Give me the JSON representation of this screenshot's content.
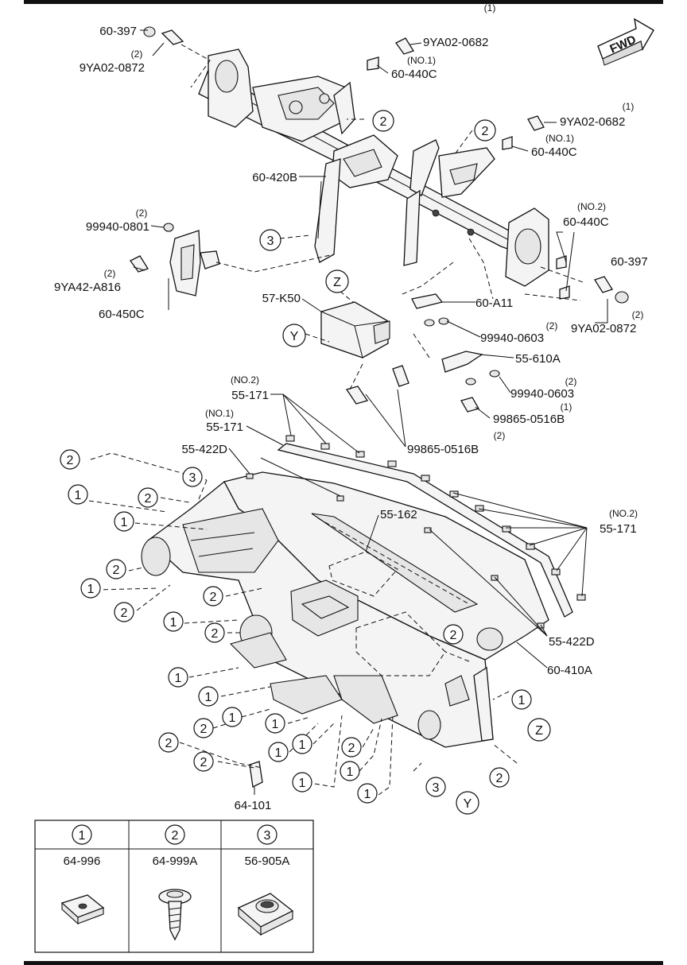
{
  "fwd_label": "FWD",
  "callouts": {
    "p60_397_a": "60-397",
    "q_9YA02_0872_a": "(2)",
    "p9YA02_0872_a": "9YA02-0872",
    "q_9YA02_0682_a": "(1)",
    "p9YA02_0682_a": "9YA02-0682",
    "q_60_440C_a": "(NO.1)",
    "p60_440C_a": "60-440C",
    "q_9YA02_0682_b": "(1)",
    "p9YA02_0682_b": "9YA02-0682",
    "q_60_440C_b": "(NO.1)",
    "p60_440C_b": "60-440C",
    "p60_420B": "60-420B",
    "q_99940_0801": "(2)",
    "p99940_0801": "99940-0801",
    "q_60_440C_c": "(NO.2)",
    "p60_440C_c": "60-440C",
    "p60_397_b": "60-397",
    "q_9YA42_A816": "(2)",
    "p9YA42_A816": "9YA42-A816",
    "p60_450C": "60-450C",
    "p57_K50": "57-K50",
    "p60_A11": "60-A11",
    "q_9YA02_0872_b": "(2)",
    "p9YA02_0872_b": "9YA02-0872",
    "q_99940_0603_a": "(2)",
    "p99940_0603_a": "99940-0603",
    "p55_610A": "55-610A",
    "q_99940_0603_b": "(2)",
    "p99940_0603_b": "99940-0603",
    "q_99865_0516B_a": "(1)",
    "p99865_0516B_a": "99865-0516B",
    "q_55_171_a": "(NO.2)",
    "p55_171_a": "55-171",
    "q_55_171_b": "(NO.1)",
    "p55_171_b": "55-171",
    "q_99865_0516B_b": "(2)",
    "p99865_0516B_b": "99865-0516B",
    "p55_422D_a": "55-422D",
    "p55_162": "55-162",
    "q_55_171_c": "(NO.2)",
    "p55_171_c": "55-171",
    "p55_422D_b": "55-422D",
    "p60_410A": "60-410A",
    "p64_101": "64-101"
  },
  "ref_circles": [
    {
      "text": "2"
    },
    {
      "text": "2"
    },
    {
      "text": "3"
    },
    {
      "text": "Z"
    },
    {
      "text": "Y"
    },
    {
      "text": "2"
    },
    {
      "text": "1"
    },
    {
      "text": "3"
    },
    {
      "text": "2"
    },
    {
      "text": "1"
    },
    {
      "text": "2"
    },
    {
      "text": "1"
    },
    {
      "text": "2"
    },
    {
      "text": "1"
    },
    {
      "text": "2"
    },
    {
      "text": "1"
    },
    {
      "text": "1"
    },
    {
      "text": "2"
    },
    {
      "text": "1"
    },
    {
      "text": "1"
    },
    {
      "text": "2"
    },
    {
      "text": "1"
    },
    {
      "text": "2"
    },
    {
      "text": "1"
    },
    {
      "text": "2"
    },
    {
      "text": "1"
    },
    {
      "text": "1"
    },
    {
      "text": "1"
    },
    {
      "text": "3"
    },
    {
      "text": "Y"
    },
    {
      "text": "2"
    },
    {
      "text": "1"
    },
    {
      "text": "Z"
    },
    {
      "text": "2"
    },
    {
      "text": "2"
    }
  ],
  "legend": {
    "headers": [
      "1",
      "2",
      "3"
    ],
    "parts": [
      "64-996",
      "64-999A",
      "56-905A"
    ]
  }
}
